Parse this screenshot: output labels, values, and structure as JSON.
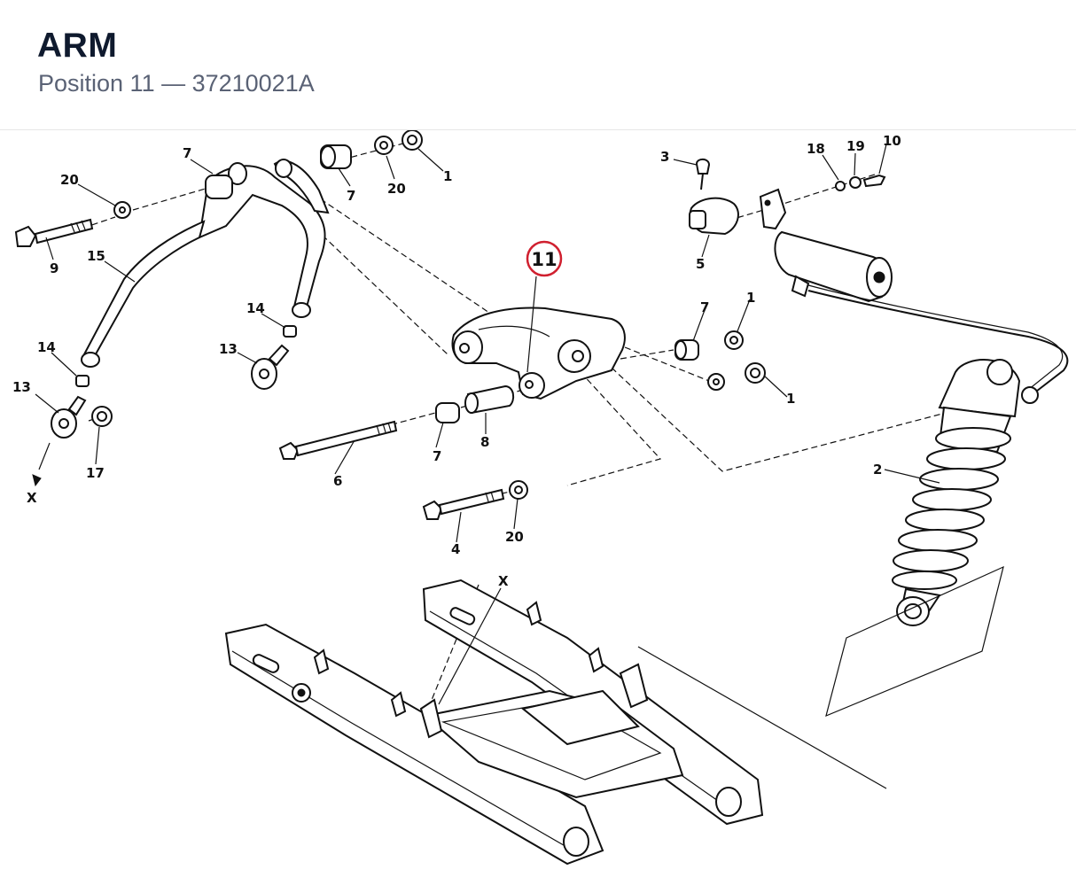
{
  "header": {
    "title": "ARM",
    "subtitle": "Position 11 — 37210021A"
  },
  "highlight": {
    "label": "11",
    "color": "#d0202f"
  },
  "callouts": {
    "c1a": "1",
    "c1b": "1",
    "c1c": "1",
    "c2": "2",
    "c3": "3",
    "c4": "4",
    "c5": "5",
    "c6": "6",
    "c7a": "7",
    "c7b": "7",
    "c7c": "7",
    "c7d": "7",
    "c8": "8",
    "c9": "9",
    "c10": "10",
    "c13a": "13",
    "c13b": "13",
    "c14a": "14",
    "c14b": "14",
    "c15": "15",
    "c17": "17",
    "c18": "18",
    "c19": "19",
    "c20a": "20",
    "c20b": "20",
    "c20c": "20",
    "cxa": "X",
    "cxb": "X"
  }
}
